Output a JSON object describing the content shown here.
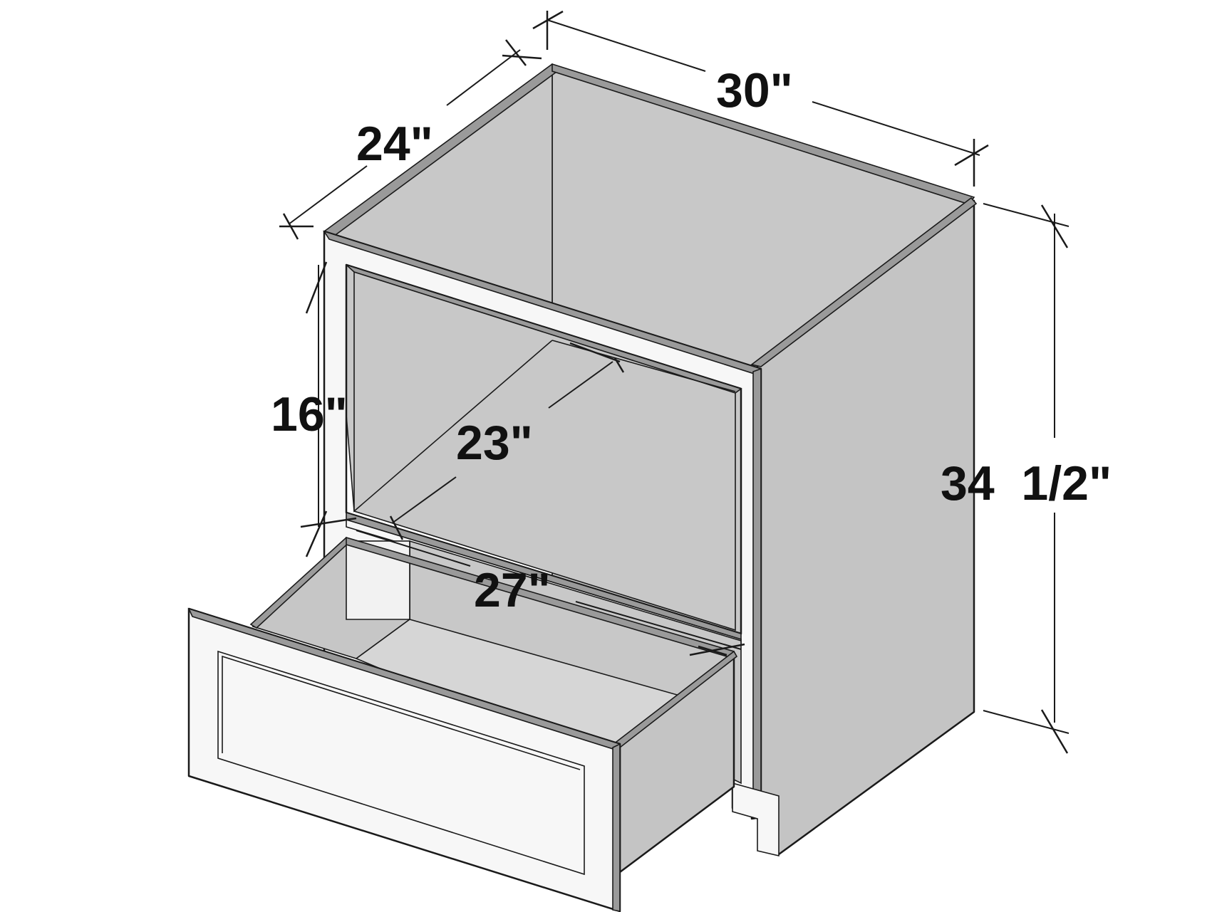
{
  "colors": {
    "interior": "#c8c8c8",
    "side": "#c4c4c4",
    "face": "#f7f7f7",
    "edge": "#9a9a9a",
    "line": "#1a1a1a"
  },
  "dimensions": {
    "width": "30\"",
    "depth": "24\"",
    "height": "34  1/2\"",
    "opening_height": "16\"",
    "opening_depth": "23\"",
    "opening_width": "27\""
  }
}
